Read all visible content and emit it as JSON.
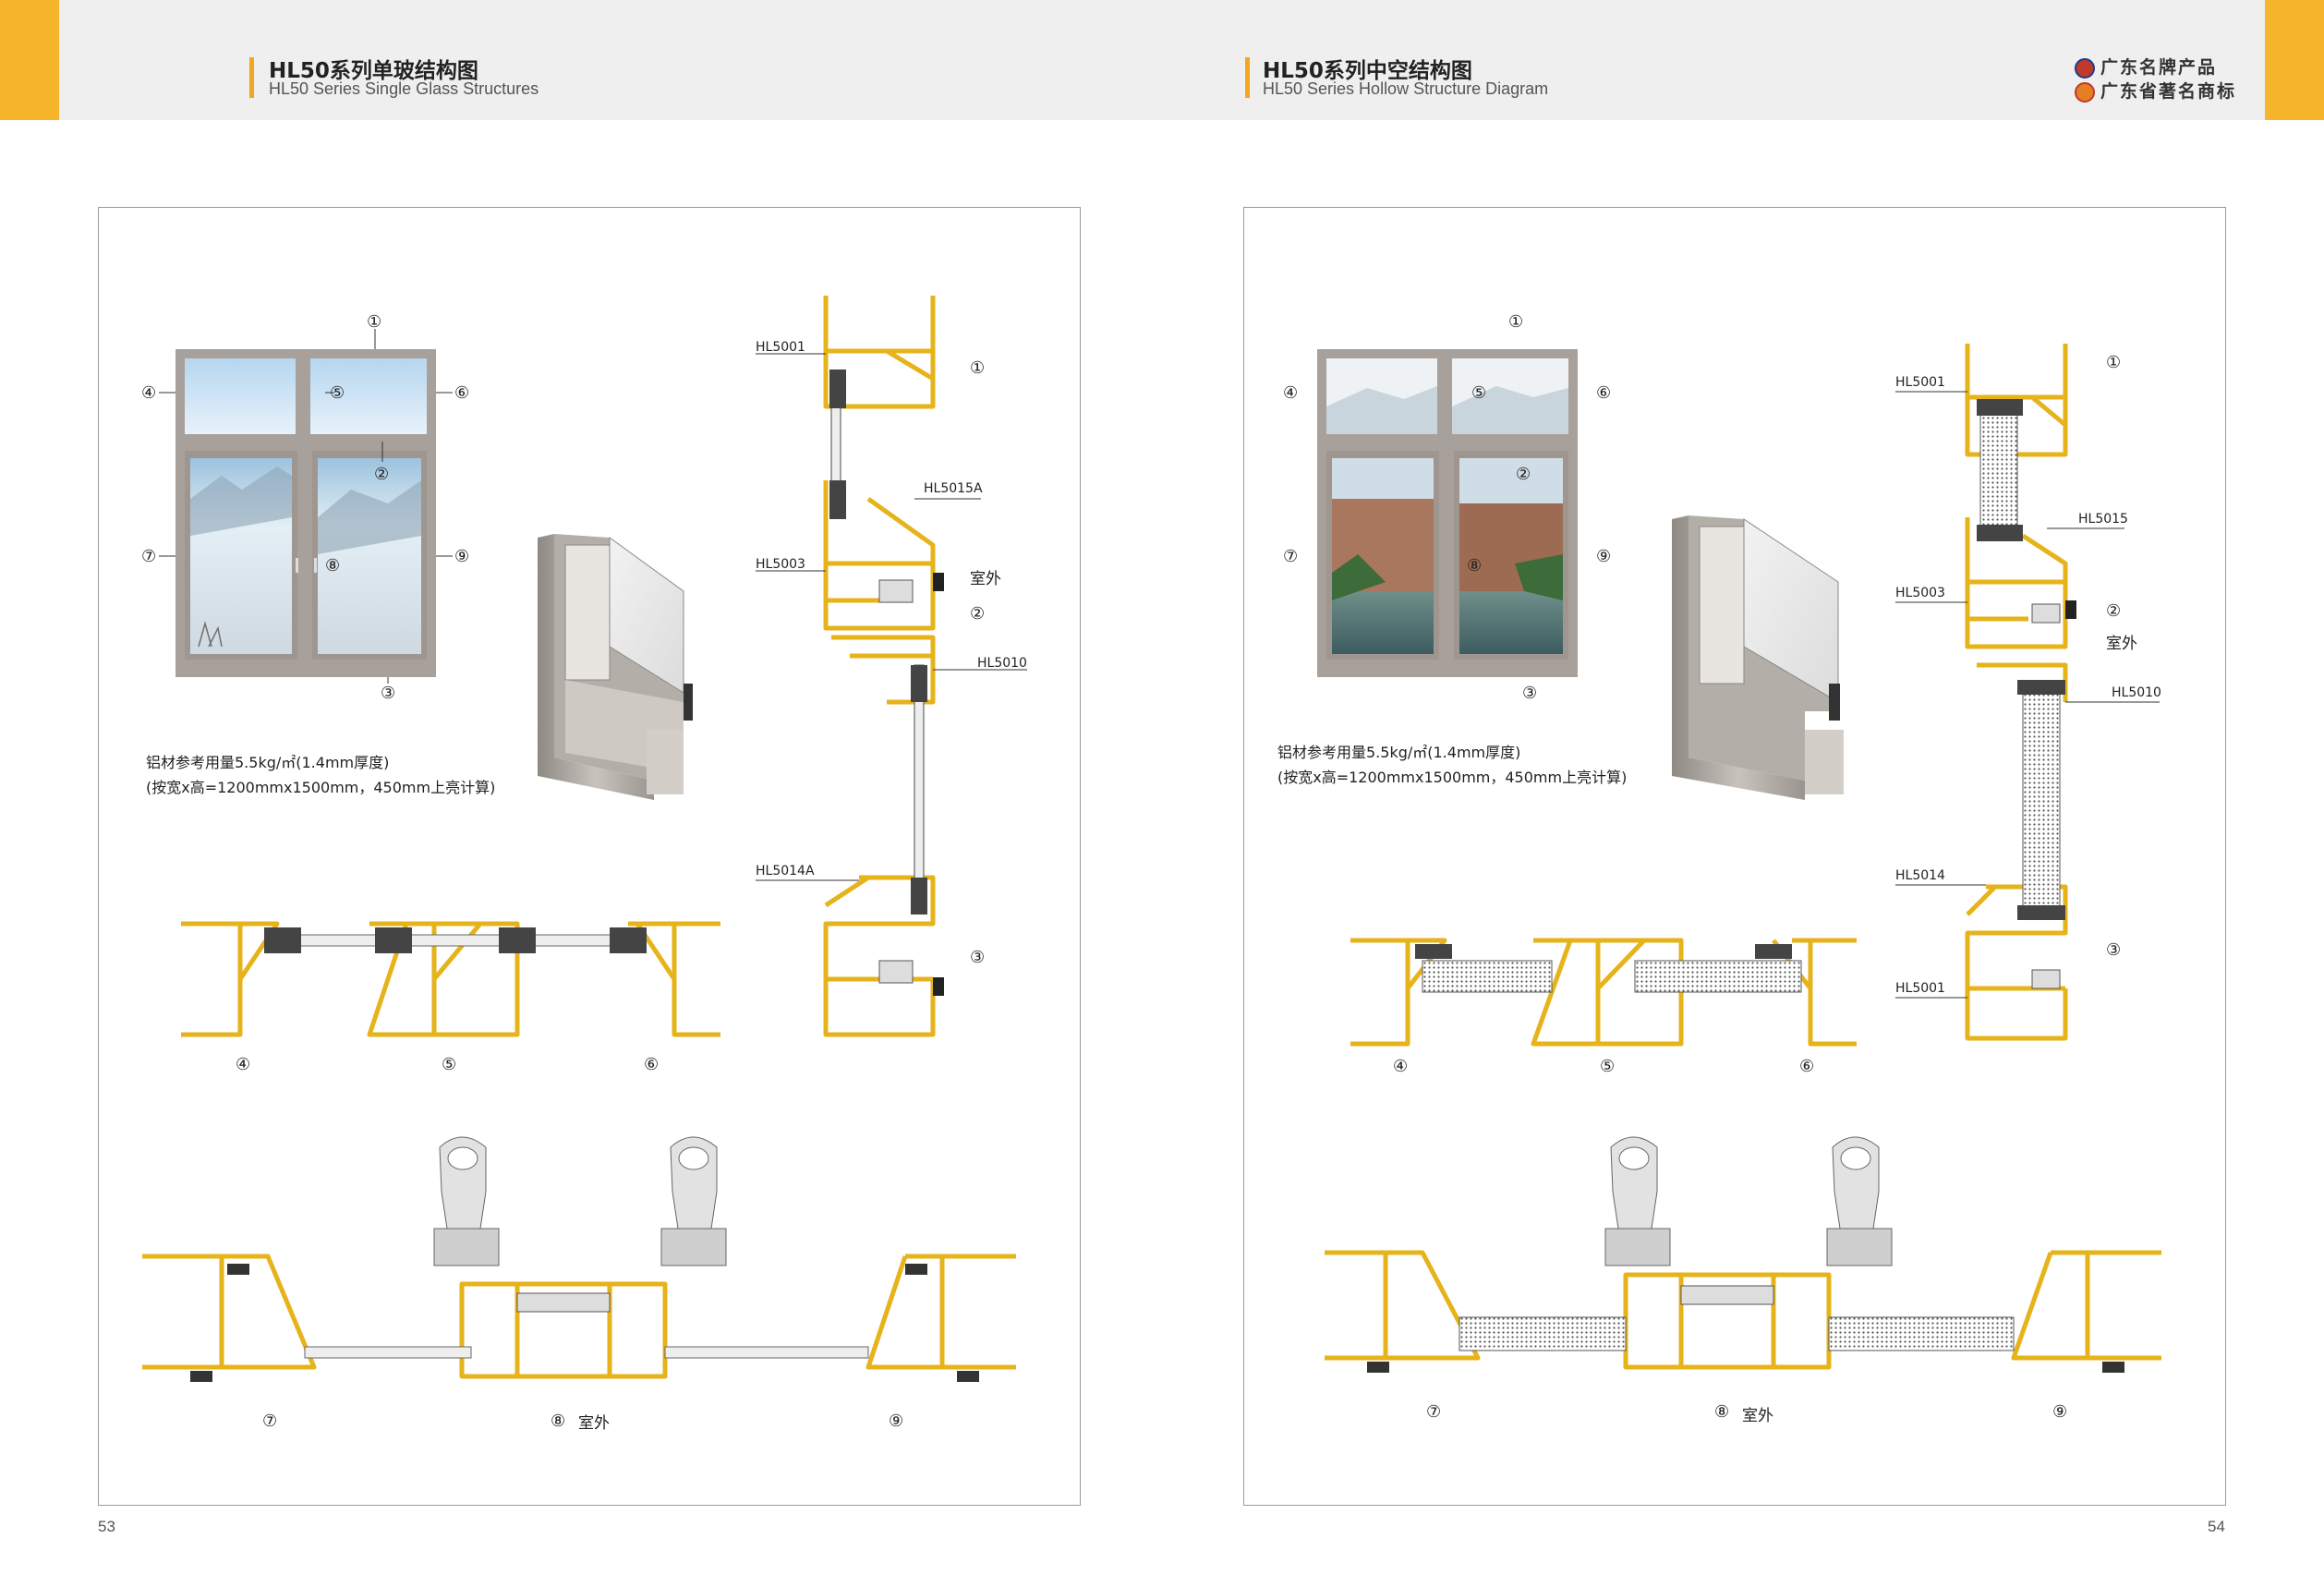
{
  "header": {
    "left": {
      "title_cn": "HL50系列单玻结构图",
      "title_en": "HL50 Series Single Glass Structures"
    },
    "right": {
      "title_cn": "HL50系列中空结构图",
      "title_en": "HL50 Series Hollow Structure Diagram"
    },
    "badges": [
      "广东名牌产品",
      "广东省著名商标"
    ]
  },
  "circled_numbers": [
    "①",
    "②",
    "③",
    "④",
    "⑤",
    "⑥",
    "⑦",
    "⑧",
    "⑨"
  ],
  "outdoor_label": "室外",
  "left_page": {
    "page_number": "53",
    "note_line1": "铝材参考用量5.5kg/㎡(1.4mm厚度)",
    "note_line2": "(按宽x高=1200mmx1500mm，450mm上亮计算)",
    "section_parts": [
      "HL5001",
      "HL5015A",
      "HL5003",
      "HL5010",
      "HL5014A"
    ]
  },
  "right_page": {
    "page_number": "54",
    "note_line1": "铝材参考用量5.5kg/㎡(1.4mm厚度)",
    "note_line2": "(按宽x高=1200mmx1500mm，450mm上亮计算)",
    "section_parts": [
      "HL5001",
      "HL5015",
      "HL5003",
      "HL5010",
      "HL5014",
      "HL5001"
    ]
  },
  "colors": {
    "accent": "#f6b52a",
    "profile_yellow": "#f2c21b",
    "frame_gray": "#a8a09a",
    "header_bg": "#efefef"
  }
}
